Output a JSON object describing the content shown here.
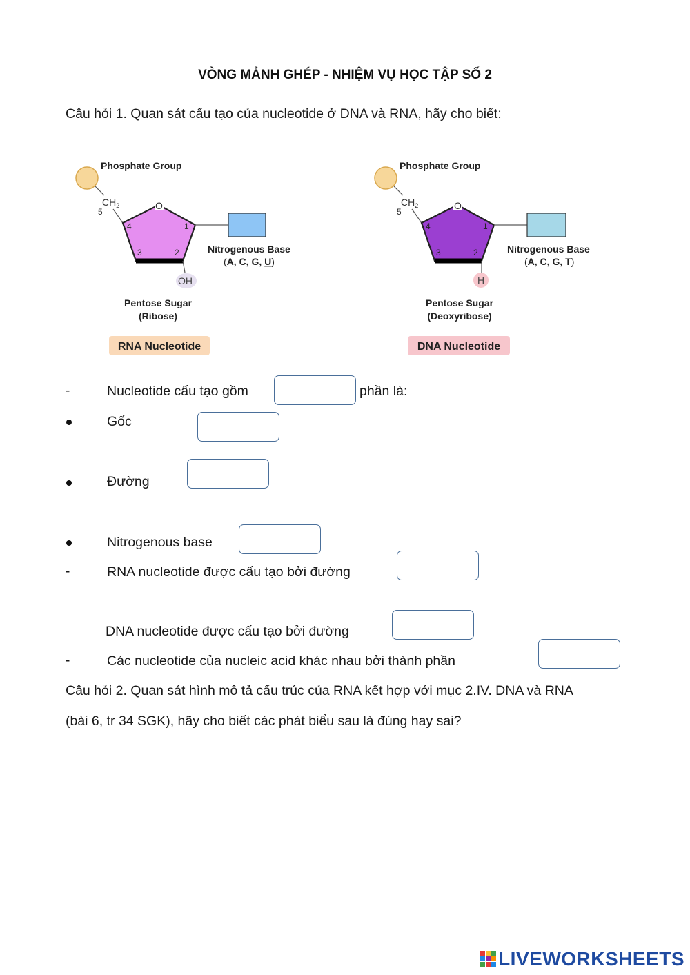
{
  "title": "VÒNG MẢNH GHÉP - NHIỆM VỤ HỌC TẬP SỐ 2",
  "q1": "Câu hỏi 1. Quan sát cấu tạo của nucleotide ở DNA và RNA, hãy cho biết:",
  "rna": {
    "phosphate": "Phosphate Group",
    "ch2": "CH",
    "ch2_sub": "2",
    "c5": "5",
    "o": "O",
    "c1": "1",
    "c2": "2",
    "c3": "3",
    "c4": "4",
    "oh": "OH",
    "base_title": "Nitrogenous Base",
    "base_list_open": "(",
    "base_list_mid": "A, C, G, ",
    "base_list_last": "U",
    "base_list_close": ")",
    "sugar": "Pentose Sugar",
    "sugar_type": "(Ribose)",
    "label": "RNA Nucleotide"
  },
  "dna": {
    "phosphate": "Phosphate Group",
    "ch2": "CH",
    "ch2_sub": "2",
    "c5": "5",
    "o": "O",
    "c1": "1",
    "c2": "2",
    "c3": "3",
    "c4": "4",
    "h": "H",
    "base_title": "Nitrogenous Base",
    "base_list_open": "(",
    "base_list_mid": "A, C, G, ",
    "base_list_last": "T",
    "base_list_close": ")",
    "sugar": "Pentose Sugar",
    "sugar_type": "(Deoxyribose)",
    "label": "DNA Nucleotide"
  },
  "lines": {
    "dash": "-",
    "l1_pre": "Nucleotide cấu tạo gồm",
    "l1_post": "phần là:",
    "l2": "Gốc",
    "l3": "Đường",
    "l4": "Nitrogenous base",
    "l5": "RNA nucleotide được cấu tạo bởi đường",
    "l6": "DNA nucleotide được cấu tạo bởi đường",
    "l7": "Các nucleotide của nucleic acid khác nhau bởi thành phần"
  },
  "q2_line1": "Câu hỏi 2. Quan sát hình mô tả cấu trúc của RNA kết hợp với mục 2.IV. DNA và RNA",
  "q2_line2": "(bài 6, tr 34 SGK), hãy cho biết các phát biểu sau là đúng hay sai?",
  "brand": "LIVEWORKSHEETS",
  "colors": {
    "ribose": "#e58ef0",
    "deoxyribose": "#9b3fd1",
    "phosphate": "#f7d79a",
    "rna_base": "#8ec5f5",
    "dna_base": "#a6d8e8",
    "rna_label_bg": "#fad9b8",
    "dna_label_bg": "#f7c6cc",
    "box_border": "#4a6f9a",
    "brand": "#1e4aa0"
  }
}
